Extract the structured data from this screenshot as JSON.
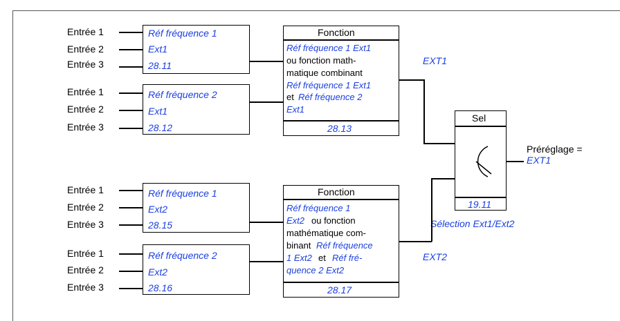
{
  "inputs": {
    "in1": "Entrée 1",
    "in2": "Entrée 2",
    "in3": "Entrée 3"
  },
  "blocks": {
    "ref1_ext1": {
      "l1": "Réf fréquence 1",
      "l2": "Ext1",
      "l3": "28.11"
    },
    "ref2_ext1": {
      "l1": "Réf fréquence 2",
      "l2": "Ext1",
      "l3": "28.12"
    },
    "ref1_ext2": {
      "l1": "Réf fréquence 1",
      "l2": "Ext2",
      "l3": "28.15"
    },
    "ref2_ext2": {
      "l1": "Réf fréquence 2",
      "l2": "Ext2",
      "l3": "28.16"
    }
  },
  "func1": {
    "title": "Fonction",
    "a": "Réf fréquence 1 Ext1",
    "b": "ou fonction math-",
    "c": "matique combinant",
    "d": "Réf fréquence 1 Ext1",
    "e": "et",
    "f": "Réf fréquence 2",
    "g": "Ext1",
    "param": "28.13"
  },
  "func2": {
    "title": "Fonction",
    "a": "Réf fréquence 1",
    "b1": "Ext2",
    "b2": "ou fonction",
    "c": "mathématique com-",
    "d1": "binant",
    "d2": "Réf fréquence",
    "e1": "1 Ext2",
    "e2": "et",
    "e3": "Réf fré-",
    "f": "quence 2 Ext2",
    "param": "28.17"
  },
  "sel": {
    "title": "Sel",
    "param": "19.11",
    "caption": "Sélection Ext1/Ext2"
  },
  "labels": {
    "ext1": "EXT1",
    "ext2": "EXT2",
    "preset": "Préréglage =",
    "preset_val": "EXT1"
  }
}
